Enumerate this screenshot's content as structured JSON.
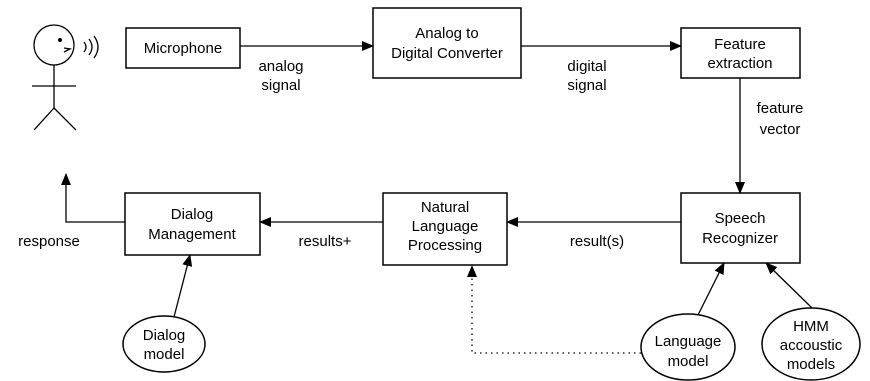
{
  "nodes": {
    "microphone": "Microphone",
    "adc": [
      "Analog to",
      "Digital Converter"
    ],
    "feature_extraction": [
      "Feature",
      "extraction"
    ],
    "speech_recognizer": [
      "Speech",
      "Recognizer"
    ],
    "nlp": [
      "Natural",
      "Language",
      "Processing"
    ],
    "dialog_management": [
      "Dialog",
      "Management"
    ],
    "dialog_model": [
      "Dialog",
      "model"
    ],
    "language_model": [
      "Language",
      "model"
    ],
    "hmm_models": [
      "HMM",
      "accoustic",
      "models"
    ]
  },
  "edges": {
    "analog_signal": [
      "analog",
      "signal"
    ],
    "digital_signal": [
      "digital",
      "signal"
    ],
    "feature_vector": [
      "feature",
      "vector"
    ],
    "results_s": "result(s)",
    "results_plus": "results+",
    "response": "response"
  }
}
